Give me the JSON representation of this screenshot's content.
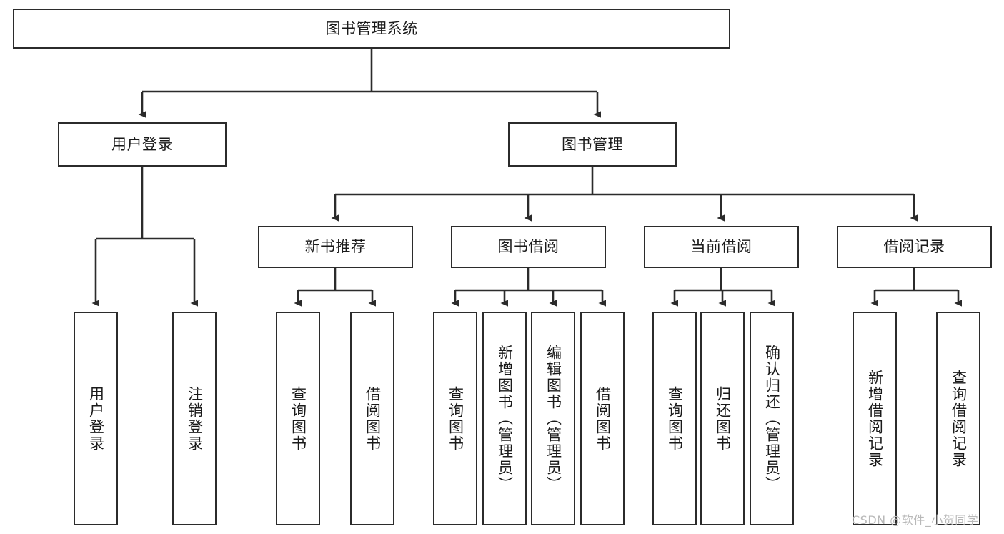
{
  "diagram": {
    "title": "图书管理系统",
    "type": "tree-hierarchy-chart",
    "nodes": {
      "root": {
        "label": "图书管理系统"
      },
      "level2": [
        {
          "id": "user-login",
          "label": "用户登录"
        },
        {
          "id": "book-manage",
          "label": "图书管理"
        }
      ],
      "level3": [
        {
          "id": "new-book-recommend",
          "label": "新书推荐"
        },
        {
          "id": "book-borrow",
          "label": "图书借阅"
        },
        {
          "id": "current-borrow",
          "label": "当前借阅"
        },
        {
          "id": "borrow-record",
          "label": "借阅记录"
        }
      ],
      "leaves": {
        "user_login": [
          {
            "id": "leaf-user-login",
            "label": "用户登录"
          },
          {
            "id": "leaf-logout-login",
            "label": "注销登录"
          }
        ],
        "new_book_recommend": [
          {
            "id": "leaf-query-book-1",
            "label": "查询图书"
          },
          {
            "id": "leaf-borrow-book-1",
            "label": "借阅图书"
          }
        ],
        "book_borrow": [
          {
            "id": "leaf-query-book-2",
            "label": "查询图书"
          },
          {
            "id": "leaf-add-book",
            "label": "新增图书（管理员）"
          },
          {
            "id": "leaf-edit-book",
            "label": "编辑图书（管理员）"
          },
          {
            "id": "leaf-borrow-book-2",
            "label": "借阅图书"
          }
        ],
        "current_borrow": [
          {
            "id": "leaf-query-book-3",
            "label": "查询图书"
          },
          {
            "id": "leaf-return-book",
            "label": "归还图书"
          },
          {
            "id": "leaf-confirm-return",
            "label": "确认归还（管理员）"
          }
        ],
        "borrow_record": [
          {
            "id": "leaf-add-record",
            "label": "新增借阅记录"
          },
          {
            "id": "leaf-query-record",
            "label": "查询借阅记录"
          }
        ]
      }
    },
    "watermark": "CSDN @软件_小贺同学",
    "colors": {
      "stroke": "#2b2b2b",
      "background": "#ffffff",
      "text": "#1a1a1a",
      "watermark": "#b9b9b9"
    }
  }
}
